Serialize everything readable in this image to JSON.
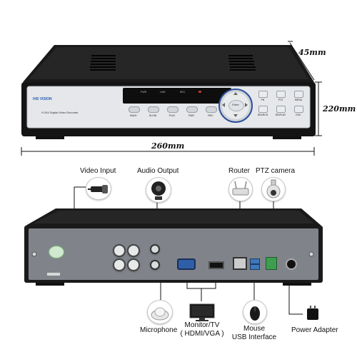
{
  "front": {
    "brand": "HIS VISION",
    "model": "H.264 Digital Video Recorder",
    "indicators": [
      "PWR",
      "LINK",
      "REC"
    ],
    "playback_buttons": [
      "BACK",
      "SLOW",
      "PLAY",
      "FWD",
      "REC"
    ],
    "dpad_center": "Enter",
    "right_buttons": [
      "FN",
      "PTZ",
      "MENU",
      "SEARCH",
      "DISPLAY",
      "ESC"
    ]
  },
  "dimensions": {
    "depth": "45mm",
    "height": "220mm",
    "width": "260mm"
  },
  "callouts": {
    "video_input": "Video Input",
    "audio_output": "Audio Output",
    "router": "Router",
    "ptz_camera": "PTZ camera",
    "microphone": "Microphone",
    "monitor": "Monitor/TV",
    "monitor_sub": "( HDMI/VGA )",
    "mouse": "Mouse",
    "mouse_sub": "USB Interface",
    "power": "Power Adapter"
  },
  "colors": {
    "chassis": "#1c1c1c",
    "faceplate": "#e4e6e9",
    "rear_panel": "#7e8288",
    "accent_green": "#3e9d4f",
    "accent_blue": "#3f78b8",
    "vga_blue": "#2f5fa8"
  }
}
